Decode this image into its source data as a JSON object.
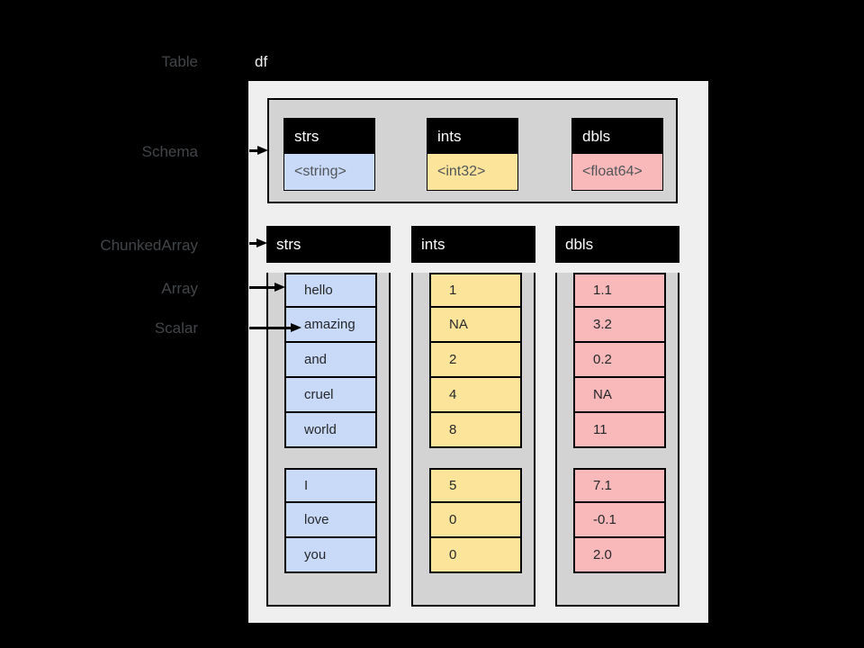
{
  "diagram": {
    "title": "df",
    "side_labels": {
      "table": "Table",
      "schema": "Schema",
      "chunked_array": "ChunkedArray",
      "array": "Array",
      "scalar": "Scalar"
    },
    "schema": {
      "fields": [
        {
          "name": "strs",
          "type": "<string>"
        },
        {
          "name": "ints",
          "type": "<int32>"
        },
        {
          "name": "dbls",
          "type": "<float64>"
        }
      ]
    },
    "chunked_arrays": [
      {
        "name": "strs",
        "chunks": [
          [
            "hello",
            "amazing",
            "and",
            "cruel",
            "world"
          ],
          [
            "I",
            "love",
            "you"
          ]
        ]
      },
      {
        "name": "ints",
        "chunks": [
          [
            "1",
            "NA",
            "2",
            "4",
            "8"
          ],
          [
            "5",
            "0",
            "0"
          ]
        ]
      },
      {
        "name": "dbls",
        "chunks": [
          [
            "1.1",
            "3.2",
            "0.2",
            "NA",
            "11"
          ],
          [
            "7.1",
            "-0.1",
            "2.0"
          ]
        ]
      }
    ],
    "palette": {
      "background": "#000000",
      "container": "#efefef",
      "panel_gray": "#d3d3d3",
      "header_black": "#000000",
      "string_blue": "#c9daf8",
      "int_yellow": "#fce49a",
      "float_pink": "#f9b9ba",
      "side_label_gray": "#42464a",
      "title_white": "#f0f0f0"
    }
  }
}
